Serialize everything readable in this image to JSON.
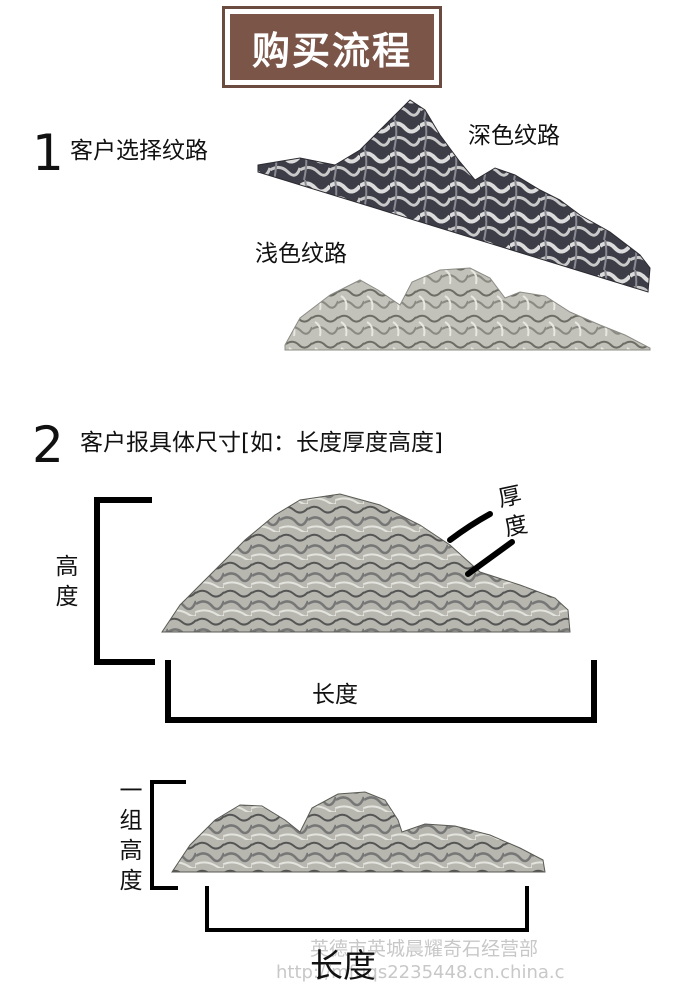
{
  "title": "购买流程",
  "step1": {
    "number": "1",
    "text": "客户选择纹路",
    "dark_label": "深色纹路",
    "light_label": "浅色纹路"
  },
  "step2": {
    "number": "2",
    "text": "客户报具体尺寸[如：长度厚度高度]",
    "thickness_label": "厚度",
    "height_label": "高度",
    "length_label": "长度"
  },
  "group": {
    "height_label": "一组高度",
    "length_label": "长度"
  },
  "watermark": {
    "shop": "英德市英城晨耀奇石经营部",
    "url": "http://mfuqs2235448.cn.china.c"
  },
  "colors": {
    "title_bg": "#7a5548",
    "title_border": "#6b4a3f",
    "dark_stone": "#3c3c46",
    "light_stone": "#b9b9b1"
  }
}
